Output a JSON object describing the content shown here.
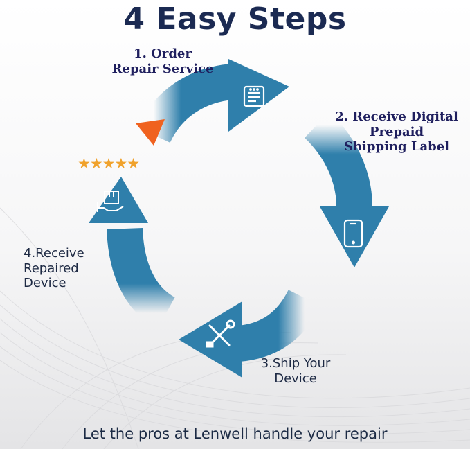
{
  "title": "4 Easy Steps",
  "steps": [
    {
      "label_lines": [
        "1. Order",
        "Repair Service"
      ],
      "icon": "order-form-icon"
    },
    {
      "label_lines": [
        "2. Receive Digital",
        "Prepaid",
        "Shipping Label"
      ],
      "icon": "smartphone-icon"
    },
    {
      "label_lines": [
        "3.Ship Your",
        "Device"
      ],
      "icon": "tools-icon"
    },
    {
      "label_lines": [
        "4.Receive",
        "Repaired",
        "Device"
      ],
      "icon": "package-hand-icon"
    }
  ],
  "rating_stars": "★★★★★",
  "footer": "Let the pros at Lenwell handle your repair",
  "colors": {
    "arrow": "#2f7fab",
    "title": "#1b2a52",
    "star": "#f0a22c",
    "accent_triangle": "#f0621f"
  }
}
